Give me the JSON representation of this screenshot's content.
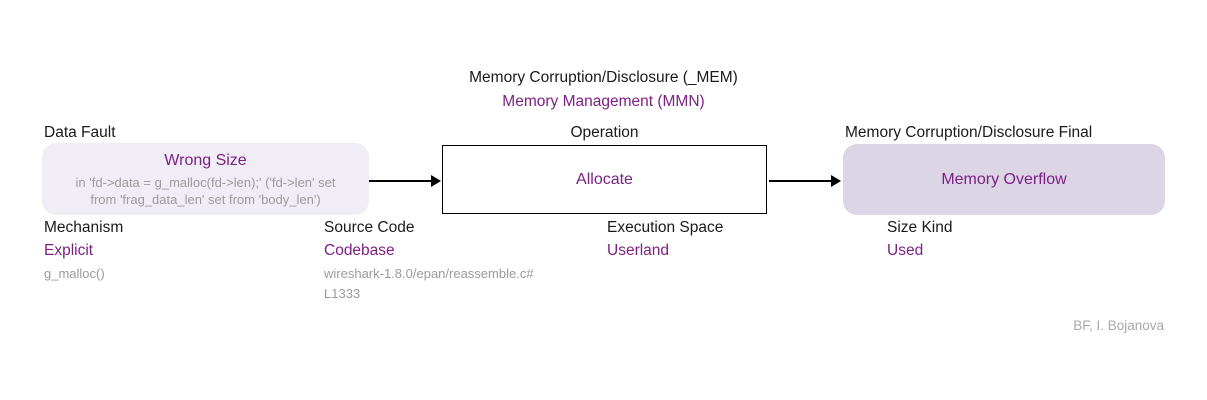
{
  "title": {
    "line1": "Memory Corruption/Disclosure (_MEM)",
    "line2": "Memory Management (MMN)"
  },
  "diagram": {
    "cause": {
      "label": "Data Fault",
      "name": "Wrong Size",
      "detail_line1": "in 'fd->data = g_malloc(fd->len);' ('fd->len' set",
      "detail_line2": "from 'frag_data_len' set from 'body_len')"
    },
    "operation": {
      "label": "Operation",
      "name": "Allocate"
    },
    "consequence": {
      "label": "Memory Corruption/Disclosure Final",
      "name": "Memory Overflow"
    }
  },
  "attributes": [
    {
      "label": "Mechanism",
      "value": "Explicit",
      "note": "g_malloc()"
    },
    {
      "label": "Source Code",
      "value": "Codebase",
      "note": "wireshark-1.8.0/epan/reassemble.c#",
      "note2": "L1333"
    },
    {
      "label": "Execution Space",
      "value": "Userland"
    },
    {
      "label": "Size Kind",
      "value": "Used"
    }
  ],
  "attribution": "BF, I. Bojanova",
  "colors": {
    "accent_purple": "#7b2182",
    "muted_gray": "#9b9b9b",
    "cause_box_fill": "#f0edf6",
    "final_box_fill": "#dbd5e6",
    "operation_box_border": "#000000"
  }
}
